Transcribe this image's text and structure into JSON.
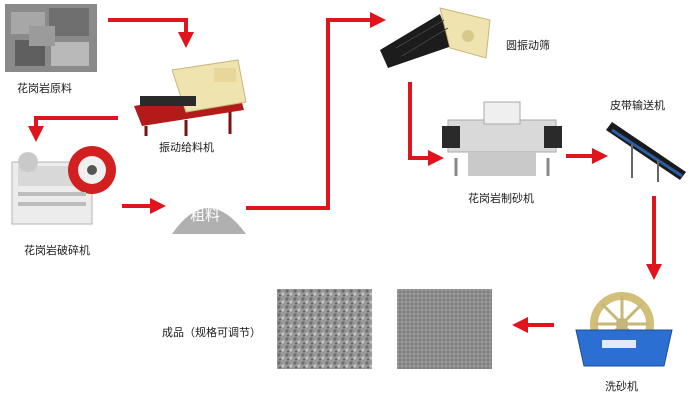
{
  "labels": {
    "raw": "花岗岩原料",
    "feeder": "振动给料机",
    "crusher": "花岗岩破碎机",
    "coarse": "粗料",
    "screen": "圆振动筛",
    "sandmaker": "花岗岩制砂机",
    "conveyor": "皮带输送机",
    "washer": "洗砂机",
    "product": "成品（规格可调节）"
  },
  "colors": {
    "arrow": "#e0141d",
    "pile": "#b0b0b0",
    "machine_cream": "#efe3b0",
    "machine_red": "#b31b1b",
    "washer_blue": "#2a6fd1"
  }
}
